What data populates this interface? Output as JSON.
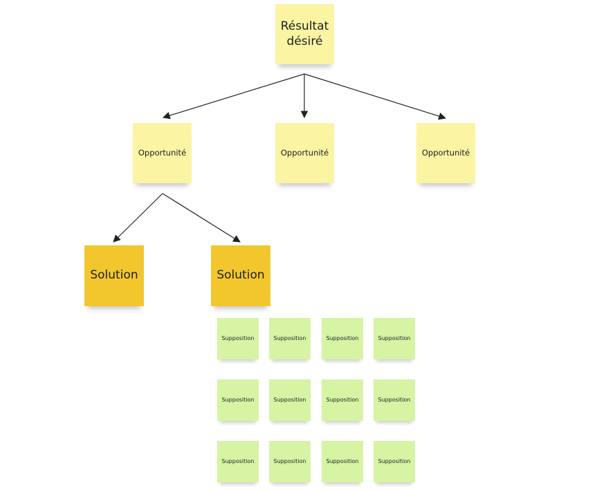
{
  "diagram": {
    "desired_outcome": {
      "line1": "Résultat",
      "line2": "désiré"
    },
    "opportunities": [
      {
        "label": "Opportunité"
      },
      {
        "label": "Opportunité"
      },
      {
        "label": "Opportunité"
      }
    ],
    "solutions": [
      {
        "label": "Solution"
      },
      {
        "label": "Solution"
      }
    ],
    "assumptions": [
      {
        "label": "Supposition"
      },
      {
        "label": "Supposition"
      },
      {
        "label": "Supposition"
      },
      {
        "label": "Supposition"
      },
      {
        "label": "Supposition"
      },
      {
        "label": "Supposition"
      },
      {
        "label": "Supposition"
      },
      {
        "label": "Supposition"
      },
      {
        "label": "Supposition"
      },
      {
        "label": "Supposition"
      },
      {
        "label": "Supposition"
      },
      {
        "label": "Supposition"
      }
    ],
    "colors": {
      "desired_outcome": "#fbf5a3",
      "opportunity": "#fbf5a3",
      "solution": "#f2c72e",
      "assumption": "#d6f4a4",
      "connector": "#222222"
    }
  }
}
